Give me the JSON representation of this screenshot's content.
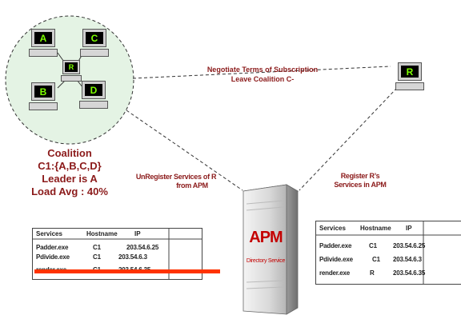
{
  "coalition": {
    "nodes": [
      "A",
      "C",
      "R",
      "B",
      "D"
    ],
    "title": "Coalition",
    "members": "C1:{A,B,C,D}",
    "leader": "Leader is A",
    "load": "Load Avg : 40%"
  },
  "remote": {
    "node": "R"
  },
  "negotiation": {
    "line1": "Negotiate Terms of Subscription",
    "line2": "Leave Coalition C-"
  },
  "unregister": {
    "line1": "UnRegister Services of R",
    "line2": "from APM"
  },
  "register": {
    "line1": "Register R’s",
    "line2": "Services in APM"
  },
  "apm": {
    "title": "APM",
    "subtitle": "Directory Service"
  },
  "left_table": {
    "headers": [
      "Services",
      "Hostname",
      "IP"
    ],
    "rows": [
      [
        "Padder.exe",
        "C1",
        "203.54.6.25"
      ],
      [
        "Pdivide.exe",
        "C1",
        "203.54.6.3"
      ],
      [
        "render.exe",
        "C1",
        "203.54.6.35"
      ]
    ],
    "struck_row": 2
  },
  "right_table": {
    "headers": [
      "Services",
      "Hostname",
      "IP"
    ],
    "rows": [
      [
        "Padder.exe",
        "C1",
        "203.54.6.25"
      ],
      [
        "Pdivide.exe",
        "C1",
        "203.54.6.3"
      ],
      [
        "render.exe",
        "R",
        "203.54.6.35"
      ]
    ]
  },
  "colors": {
    "coalition_fill": "#e4f3e4",
    "text_red": "#8b1a1a",
    "strike": "#ff3300",
    "screen_text": "#7cff00"
  }
}
